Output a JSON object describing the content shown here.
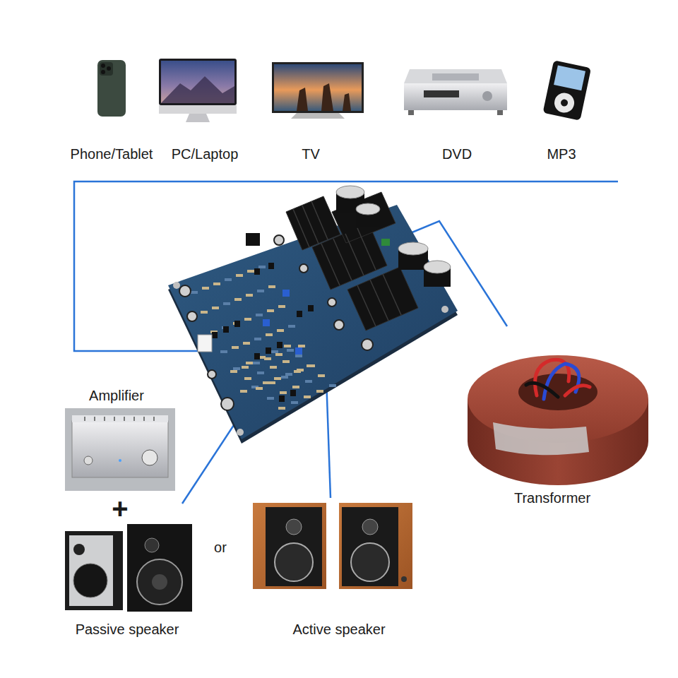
{
  "diagram": {
    "labels": [
      "Phone/Tablet",
      "PC/Laptop",
      "TV",
      "DVD",
      "MP3",
      "Amplifier",
      "+",
      "Passive speaker",
      "or",
      "Active speaker",
      "Transformer"
    ]
  }
}
